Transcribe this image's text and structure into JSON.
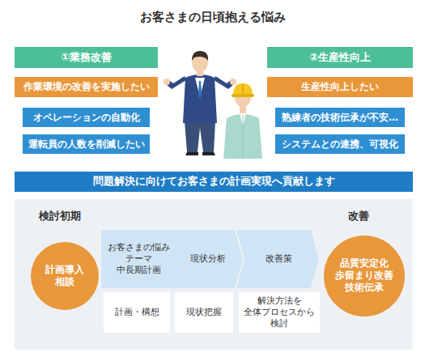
{
  "diagram": {
    "title": "お客さまの日頃抱える悩み",
    "nodes": [
      {
        "text": [
          "①業務改善"
        ]
      },
      {
        "text": [
          "作業環境の改善を実施したい"
        ]
      },
      {
        "text": [
          "オペレーションの自動化"
        ]
      },
      {
        "text": [
          "運転員の人数を削減したい"
        ]
      },
      {
        "text": [
          "②生産性向上"
        ]
      },
      {
        "text": [
          "生産性向上したい"
        ]
      },
      {
        "text": [
          "熟練者の技術伝承が不安…"
        ]
      },
      {
        "text": [
          "システムとの連携、可視化"
        ]
      },
      {
        "text": [
          "問題解決に向けてお客さまの計画実現へ貢献します"
        ]
      },
      {
        "text": [
          "検討初期",
          "改善"
        ]
      },
      {
        "text": [
          "計画導入 相談"
        ],
        "in": 9
      },
      {
        "text": [
          "お客さまの悩み テーマ 中長期計画"
        ],
        "in": 9
      },
      {
        "text": [
          "現状分析"
        ],
        "in": 9
      },
      {
        "text": [
          "改善策"
        ],
        "in": 9
      },
      {
        "text": [
          "計画・構想"
        ],
        "in": 9
      },
      {
        "text": [
          "現状把握"
        ],
        "in": 9
      },
      {
        "text": [
          "解決方法を 全体プロセスから 検討"
        ],
        "in": 9
      },
      {
        "text": [
          "品質安定化 歩留まり改善 技術伝承"
        ],
        "in": 9
      }
    ]
  }
}
